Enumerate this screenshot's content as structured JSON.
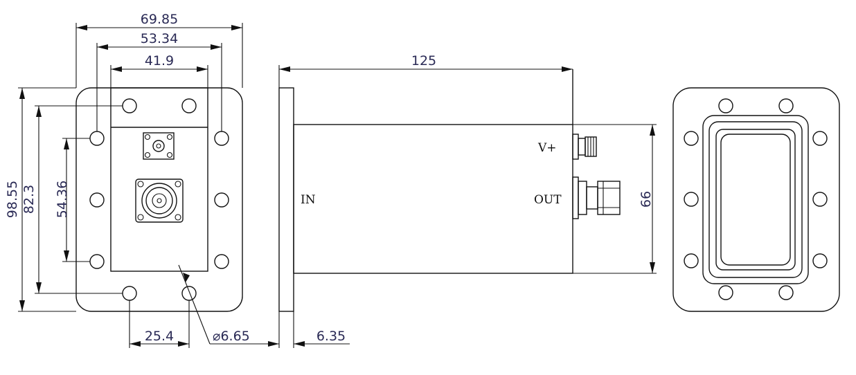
{
  "front_view": {
    "width_overall": "69.85",
    "hole_span_x": "53.34",
    "plate_width": "41.9",
    "height_overall": "98.55",
    "hole_span_y_outer": "82.3",
    "hole_span_y_inner": "54.36",
    "hole_pitch_bottom": "25.4",
    "hole_diameter": "⌀6.65"
  },
  "side_view": {
    "length": "125",
    "flange_thickness": "6.35",
    "body_height": "66",
    "port_in": "IN",
    "port_vplus": "V+",
    "port_out": "OUT"
  }
}
